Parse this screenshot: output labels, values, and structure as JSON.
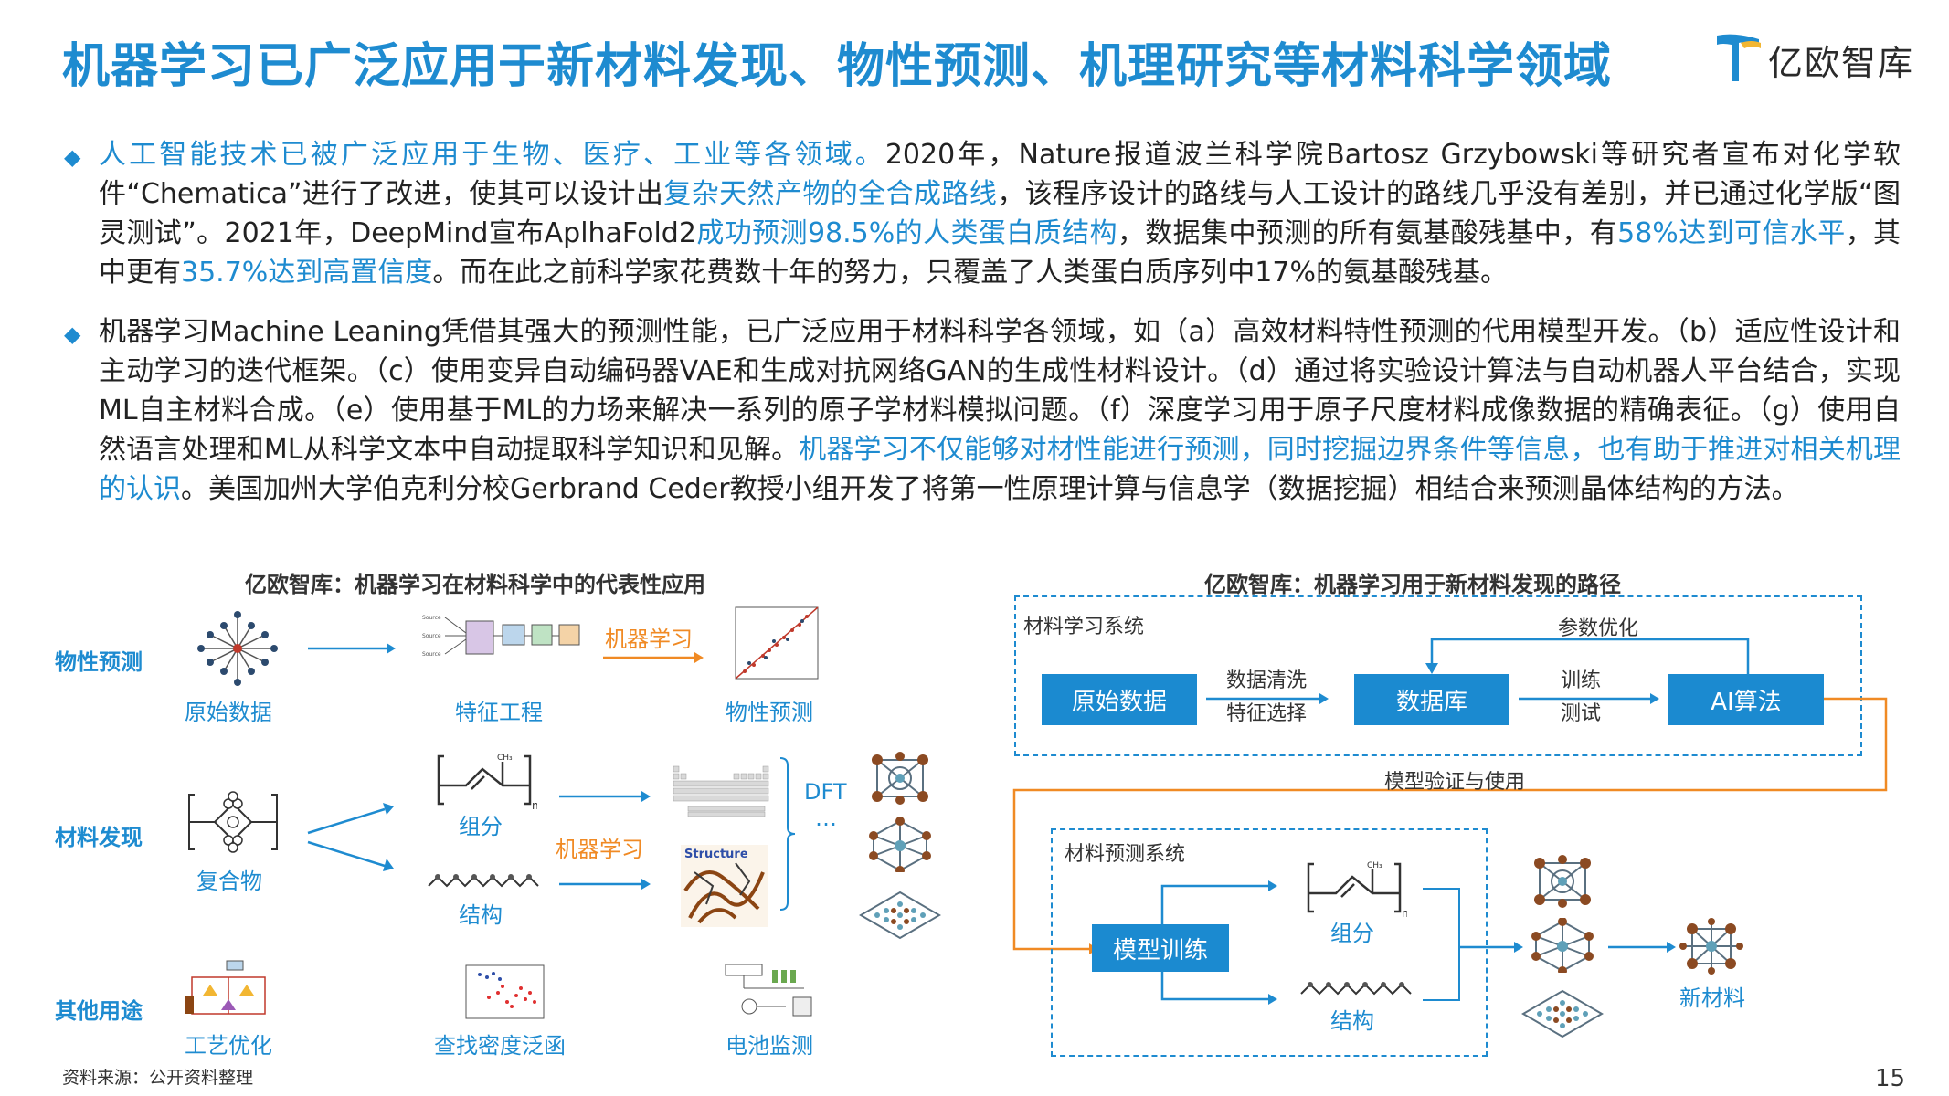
{
  "title": "机器学习已广泛应用于新材料发现、物性预测、机理研究等材料科学领域",
  "brand": {
    "name": "亿欧智库",
    "accent": "#1e8bd0",
    "orange": "#f08a24"
  },
  "para1": {
    "s1": "人工智能技术已被广泛应用于生物、医疗、工业等各领域。",
    "s2": "2020年，Nature报道波兰科学院Bartosz Grzybowski等研究者宣布对化学软件“Chematica”进行了改进，使其可以设计出",
    "s3": "复杂天然产物的全合成路线",
    "s4": "，该程序设计的路线与人工设计的路线几乎没有差别，并已通过化学版“图灵测试”。2021年，DeepMind宣布AplhaFold2",
    "s5": "成功预测98.5%的人类蛋白质结构",
    "s6": "，数据集中预测的所有氨基酸残基中，有",
    "s7": "58%达到可信水平",
    "s8": "，其中更有",
    "s9": "35.7%达到高置信度",
    "s10": "。而在此之前科学家花费数十年的努力，只覆盖了人类蛋白质序列中17%的氨基酸残基。"
  },
  "para2": {
    "s1": "机器学习Machine Leaning凭借其强大的预测性能，已广泛应用于材料科学各领域，如（a）高效材料特性预测的代用模型开发。（b）适应性设计和主动学习的迭代框架。（c）使用变异自动编码器VAE和生成对抗网络GAN的生成性材料设计。（d）通过将实验设计算法与自动机器人平台结合，实现ML自主材料合成。（e）使用基于ML的力场来解决一系列的原子学材料模拟问题。（f）深度学习用于原子尺度材料成像数据的精确表征。（g）使用自然语言处理和ML从科学文本中自动提取科学知识和见解。",
    "s2": "机器学习不仅能够对材性能进行预测，同时挖掘边界条件等信息，也有助于推进对相关机理的认识",
    "s3": "。美国加州大学伯克利分校Gerbrand Ceder教授小组开发了将第一性原理计算与信息学（数据挖掘）相结合来预测晶体结构的方法。"
  },
  "left_diagram": {
    "title": "亿欧智库：机器学习在材料科学中的代表性应用",
    "rows": [
      {
        "label": "物性预测",
        "captions": [
          "原始数据",
          "特征工程",
          "物性预测"
        ],
        "ml": "机器学习"
      },
      {
        "label": "材料发现",
        "captions": [
          "复合物",
          "组分",
          "结构"
        ],
        "ml": "机器学习",
        "dft": "DFT",
        "ellipsis": "…",
        "structure": "Structure"
      },
      {
        "label": "其他用途",
        "captions": [
          "工艺优化",
          "查找密度泛函",
          "电池监测"
        ]
      }
    ],
    "ch3": "CH₃",
    "sub_n": "n"
  },
  "right_diagram": {
    "title": "亿欧智库：机器学习用于新材料发现的路径",
    "system1": "材料学习系统",
    "param_opt": "参数优化",
    "raw_data": "原始数据",
    "clean1": "数据清洗",
    "clean2": "特征选择",
    "database": "数据库",
    "train1": "训练",
    "train2": "测试",
    "ai": "AI算法",
    "validate": "模型验证与使用",
    "system2": "材料预测系统",
    "model_train": "模型训练",
    "composition": "组分",
    "structure": "结构",
    "new_material": "新材料"
  },
  "source": "资料来源：公开资料整理",
  "page_number": "15"
}
